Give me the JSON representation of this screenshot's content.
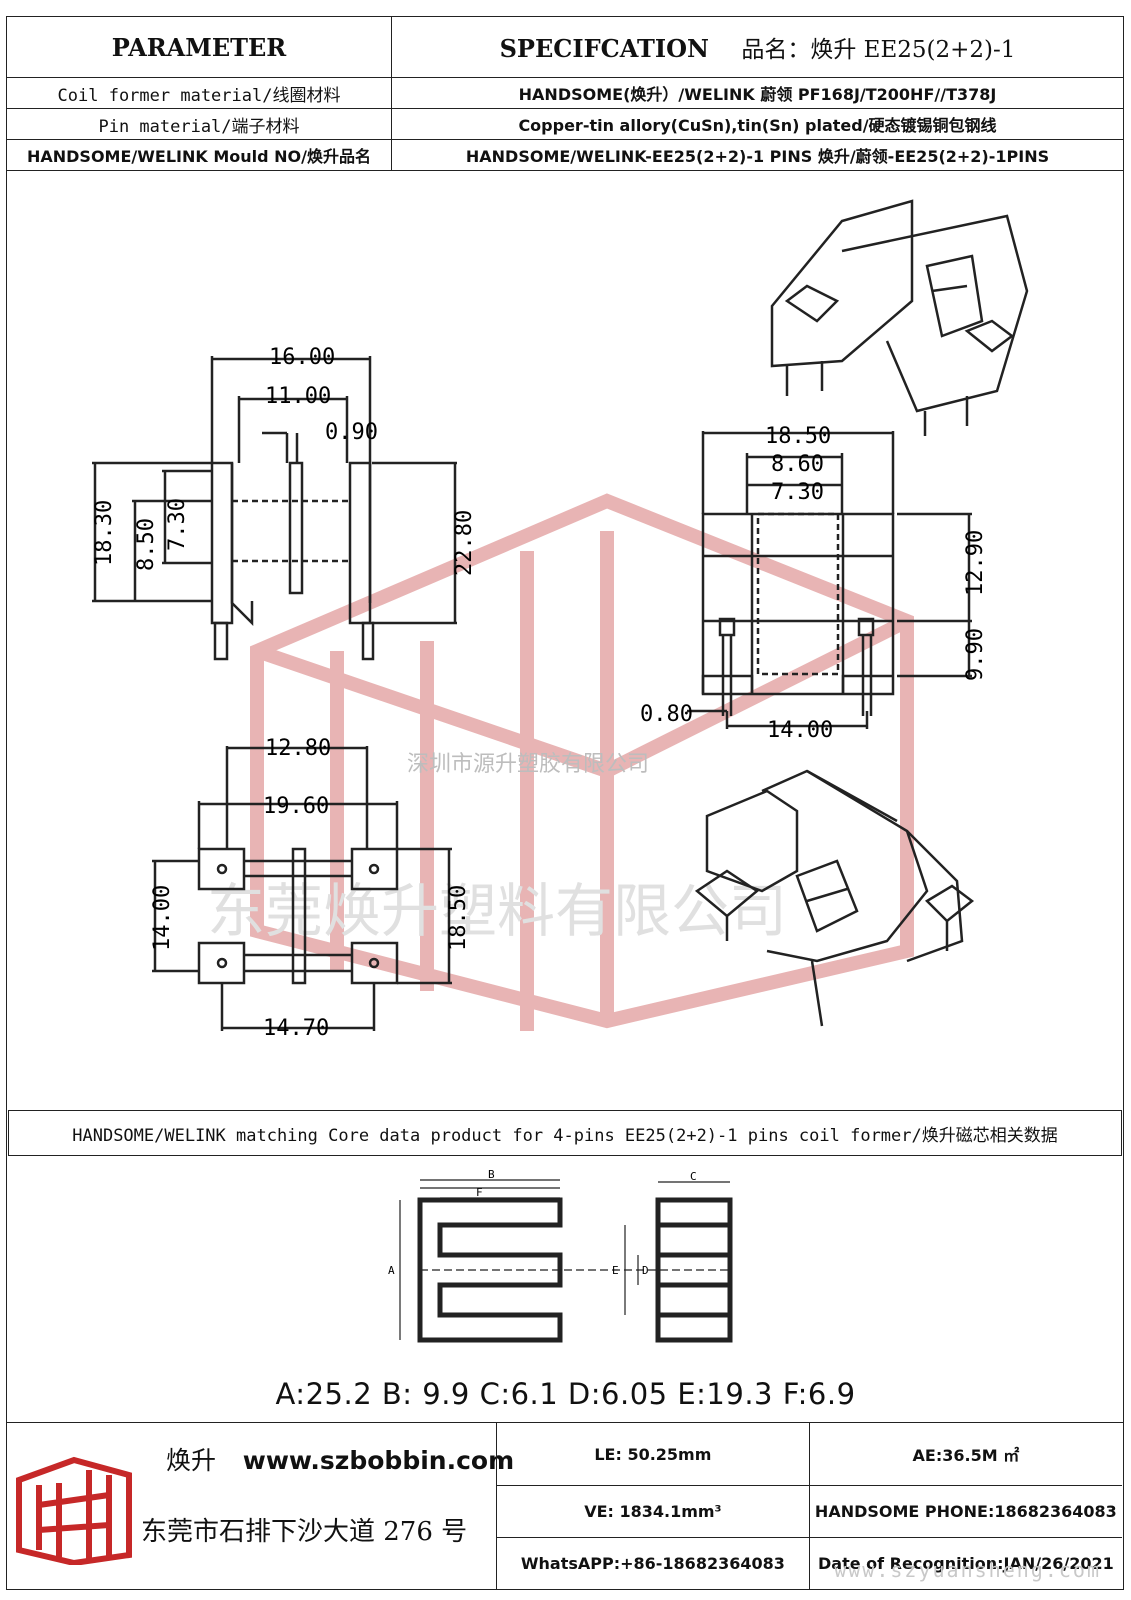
{
  "header": {
    "parameter_label": "PARAMETER",
    "spec_label": "SPECIFCATION",
    "product_name_label": "品名：焕升 EE25(2+2)-1"
  },
  "rows": [
    {
      "param": "Coil former material/线圈材料",
      "value": "HANDSOME(焕升）/WELINK 蔚领  PF168J/T200HF//T378J"
    },
    {
      "param": "Pin material/端子材料",
      "value": "Copper-tin allory(CuSn),tin(Sn) plated/硬态镀锡铜包钢线"
    },
    {
      "param": "HANDSOME/WELINK Mould NO/焕升品名",
      "value": "HANDSOME/WELINK-EE25(2+2)-1 PINS    焕升/蔚领-EE25(2+2)-1PINS"
    }
  ],
  "drawing": {
    "dims_front": [
      "16.00",
      "11.00",
      "0.90",
      "18.30",
      "8.50",
      "7.30",
      "22.80"
    ],
    "dims_side": [
      "18.50",
      "8.60",
      "7.30",
      "12.90",
      "9.90",
      "0.80",
      "14.00"
    ],
    "dims_bottom": [
      "12.80",
      "19.60",
      "14.00",
      "18.50",
      "14.70"
    ],
    "watermark_small": "深圳市源升塑胶有限公司",
    "watermark_large": "东莞焕升塑料有限公司"
  },
  "core": {
    "caption": "HANDSOME/WELINK matching Core data  product for 4-pins EE25(2+2)-1 pins coil former/焕升磁芯相关数据",
    "labels": [
      "A",
      "B",
      "C",
      "D",
      "E",
      "F"
    ],
    "values_text": "A:25.2 B: 9.9 C:6.1 D:6.05 E:19.3 F:6.9"
  },
  "footer": {
    "brand_cn": "焕升",
    "website": "www.szbobbin.com",
    "address": "东莞市石排下沙大道 276 号",
    "le": "LE: 50.25mm",
    "ae": "AE:36.5M ㎡",
    "ve": "VE: 1834.1mm³",
    "phone": "HANDSOME PHONE:18682364083",
    "whatsapp": "WhatsAPP:+86-18682364083",
    "date": "Date of Recognition:JAN/26/2021",
    "watermark_url": "www.szyuansheng.com"
  },
  "colors": {
    "line": "#222222",
    "watermark": "#e8b4b4",
    "logo": "#c62828"
  }
}
